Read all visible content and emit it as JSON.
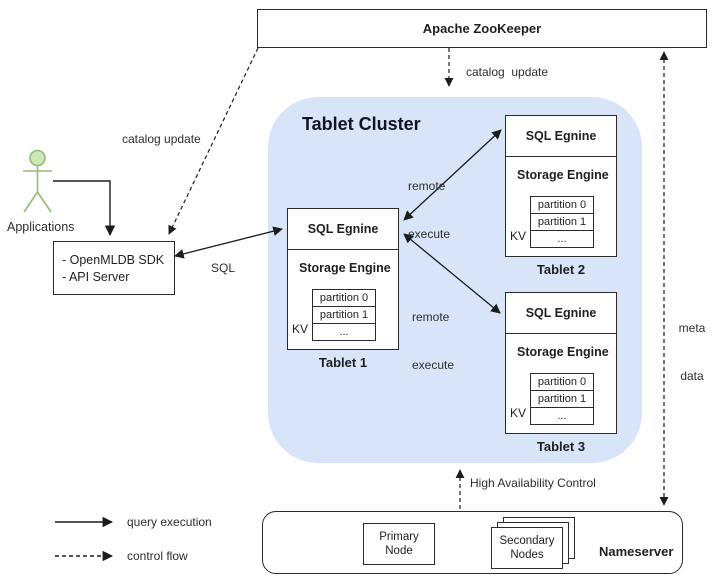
{
  "zookeeper": {
    "label": "Apache ZooKeeper"
  },
  "actor": {
    "label": "Applications"
  },
  "sdk": {
    "line1": "- OpenMLDB SDK",
    "line2": "- API Server"
  },
  "cluster": {
    "title": "Tablet Cluster"
  },
  "tablets": [
    {
      "name": "Tablet 1",
      "sql_engine": "SQL Egnine",
      "storage_engine": "Storage Engine",
      "kv": "KV",
      "partitions": [
        "partition 0",
        "partition 1",
        "..."
      ]
    },
    {
      "name": "Tablet 2",
      "sql_engine": "SQL Egnine",
      "storage_engine": "Storage Engine",
      "kv": "KV",
      "partitions": [
        "partition 0",
        "partition 1",
        "..."
      ]
    },
    {
      "name": "Tablet 3",
      "sql_engine": "SQL Egnine",
      "storage_engine": "Storage Engine",
      "kv": "KV",
      "partitions": [
        "partition 0",
        "partition 1",
        "..."
      ]
    }
  ],
  "nameserver": {
    "label": "Nameserver",
    "primary": {
      "line1": "Primary",
      "line2": "Node"
    },
    "secondary": {
      "line1": "Secondary",
      "line2": "Nodes"
    }
  },
  "labels": {
    "catalog_update_left": "catalog update",
    "catalog_update_top": "catalog  update",
    "sql": "SQL",
    "remote_execute": {
      "line1": "remote",
      "line2": "execute"
    },
    "meta_data": {
      "line1": "meta",
      "line2": "data"
    },
    "ha": "High Availability Control"
  },
  "legend": {
    "query": "query execution",
    "control": "control flow"
  },
  "colors": {
    "cluster_fill": "#d8e5f8",
    "actor_fill": "#cde6b8",
    "actor_stroke": "#8fbc72",
    "line": "#1c1c1c"
  }
}
